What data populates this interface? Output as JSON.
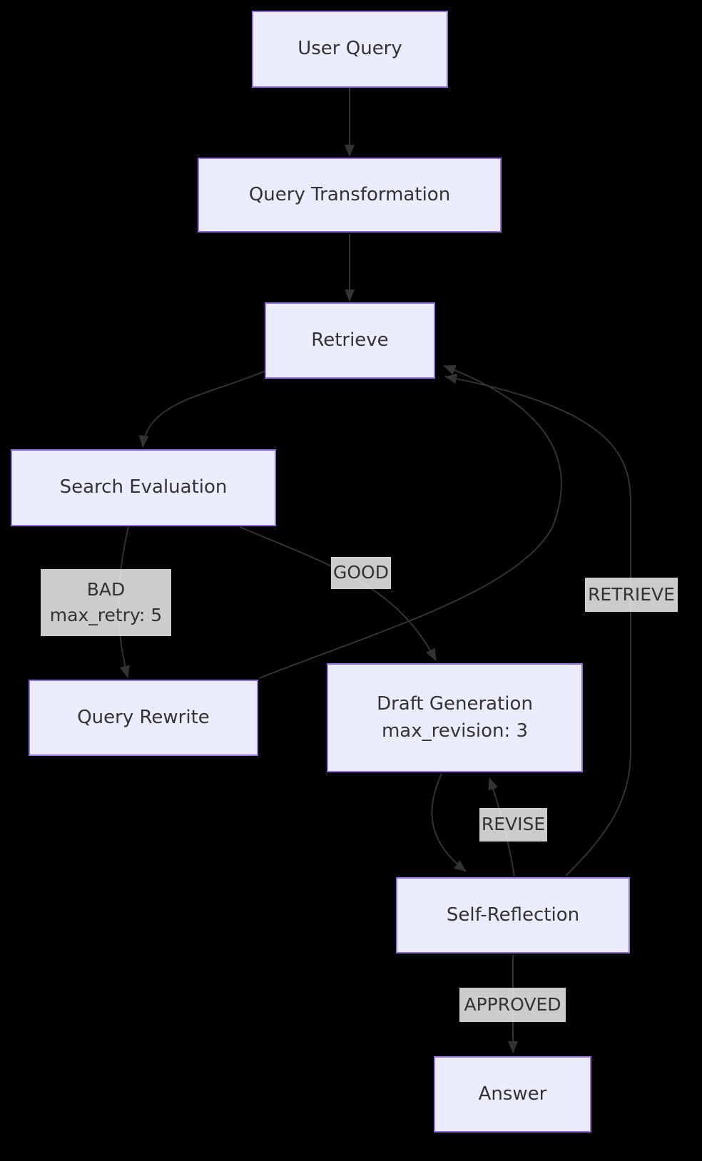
{
  "diagram": {
    "kind": "flowchart",
    "background_color": "#000000",
    "node_fill_color": "#ECECFF",
    "node_border_color": "#9370DB",
    "edge_color": "#333333",
    "edge_label_background": "#e8e8e8",
    "text_color": "#333333"
  },
  "nodes": [
    {
      "id": "user-query",
      "label": "User Query"
    },
    {
      "id": "query-transformation",
      "label": "Query Transformation"
    },
    {
      "id": "retrieve",
      "label": "Retrieve"
    },
    {
      "id": "search-evaluation",
      "label": "Search Evaluation"
    },
    {
      "id": "query-rewrite",
      "label": "Query Rewrite"
    },
    {
      "id": "draft-generation",
      "label": "Draft Generation",
      "sublabel": "max_revision: 3"
    },
    {
      "id": "self-reflection",
      "label": "Self-Reflection"
    },
    {
      "id": "answer",
      "label": "Answer"
    }
  ],
  "edge_labels": [
    {
      "id": "bad",
      "line1": "BAD",
      "line2": "max_retry: 5"
    },
    {
      "id": "good",
      "label": "GOOD"
    },
    {
      "id": "retrieve",
      "label": "RETRIEVE"
    },
    {
      "id": "revise",
      "label": "REVISE"
    },
    {
      "id": "approved",
      "label": "APPROVED"
    }
  ],
  "edges": [
    {
      "from": "User Query",
      "to": "Query Transformation",
      "label": ""
    },
    {
      "from": "Query Transformation",
      "to": "Retrieve",
      "label": ""
    },
    {
      "from": "Retrieve",
      "to": "Search Evaluation",
      "label": ""
    },
    {
      "from": "Search Evaluation",
      "to": "Query Rewrite",
      "label": "BAD max_retry: 5"
    },
    {
      "from": "Search Evaluation",
      "to": "Draft Generation",
      "label": "GOOD"
    },
    {
      "from": "Query Rewrite",
      "to": "Retrieve",
      "label": ""
    },
    {
      "from": "Draft Generation",
      "to": "Self-Reflection",
      "label": ""
    },
    {
      "from": "Self-Reflection",
      "to": "Draft Generation",
      "label": "REVISE"
    },
    {
      "from": "Self-Reflection",
      "to": "Retrieve",
      "label": "RETRIEVE"
    },
    {
      "from": "Self-Reflection",
      "to": "Answer",
      "label": "APPROVED"
    }
  ]
}
